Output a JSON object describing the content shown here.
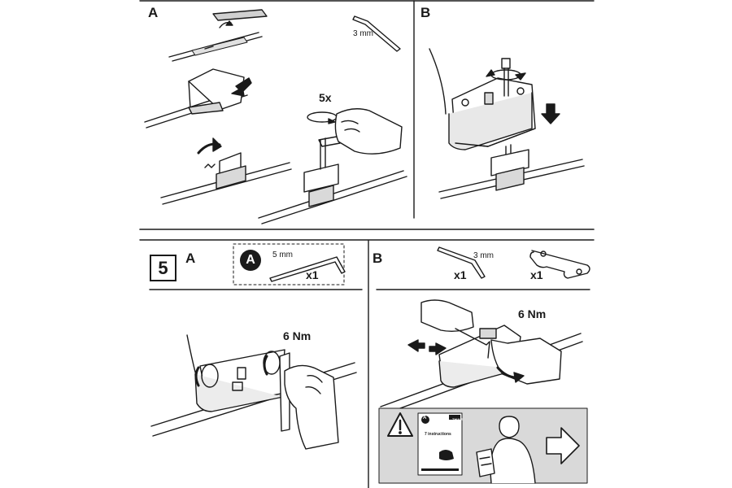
{
  "panel_4a": {
    "label": "A",
    "tool_size": "3 mm",
    "repeat": "5x"
  },
  "panel_4b": {
    "label": "B"
  },
  "step_5": {
    "number": "5",
    "panel_a": {
      "label": "A",
      "badge": "A",
      "tool_size": "5 mm",
      "quantity": "x1",
      "torque": "6 Nm"
    },
    "panel_b": {
      "label": "B",
      "tool_size": "3 mm",
      "tool_quantity": "x1",
      "plate_quantity": "x1",
      "torque": "6 Nm"
    }
  },
  "notice": {
    "booklet_badge": "A",
    "booklet_title": "7 instructions",
    "booklet_brand": "THULE",
    "icons": [
      "warning-icon",
      "instruction-booklet-icon",
      "reading-person-icon",
      "arrow-right-icon"
    ]
  },
  "colors": {
    "ink": "#1a1a1a",
    "notice_bg": "#d9d9d9",
    "component_gray": "#cfcfcf"
  }
}
